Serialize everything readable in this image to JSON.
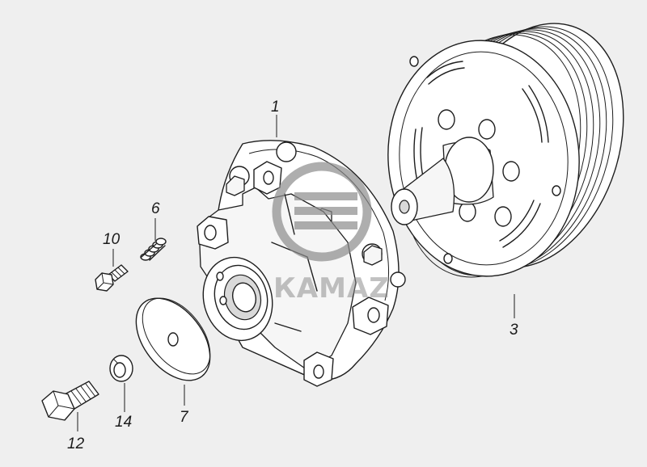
{
  "diagram": {
    "watermark": "КАМАZ",
    "callouts": [
      {
        "id": "1",
        "label": "1"
      },
      {
        "id": "3",
        "label": "3"
      },
      {
        "id": "6",
        "label": "6"
      },
      {
        "id": "7",
        "label": "7"
      },
      {
        "id": "10",
        "label": "10"
      },
      {
        "id": "12",
        "label": "12"
      },
      {
        "id": "14",
        "label": "14"
      }
    ]
  }
}
